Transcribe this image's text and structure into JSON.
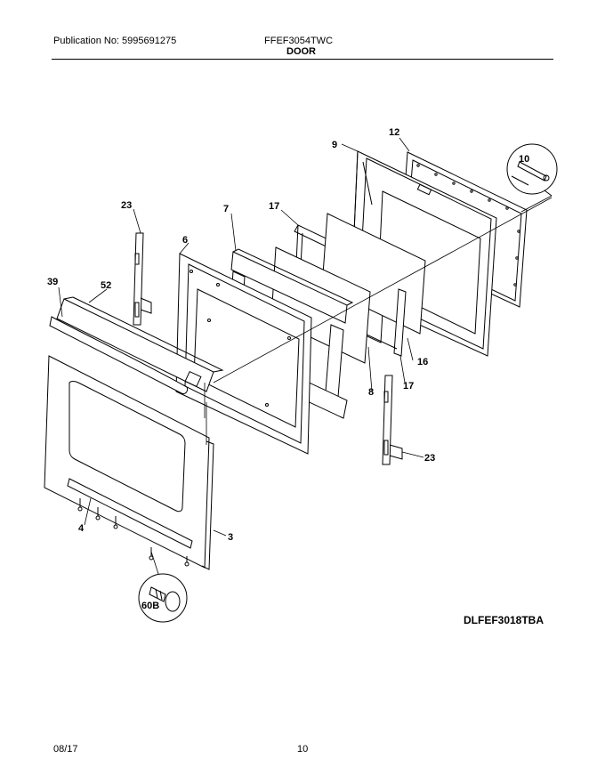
{
  "header": {
    "publication": "Publication No: 5995691275",
    "model": "FFEF3054TWC",
    "section": "DOOR"
  },
  "diagram_code": "DLFEF3018TBA",
  "callouts": {
    "p12": "12",
    "p9": "9",
    "p10": "10",
    "p23a": "23",
    "p7": "7",
    "p17a": "17",
    "p6": "6",
    "p39": "39",
    "p52": "52",
    "p16": "16",
    "p17b": "17",
    "p8": "8",
    "p23b": "23",
    "p4": "4",
    "p3": "3",
    "p60b": "60B"
  },
  "footer": {
    "date": "08/17",
    "page": "10"
  }
}
